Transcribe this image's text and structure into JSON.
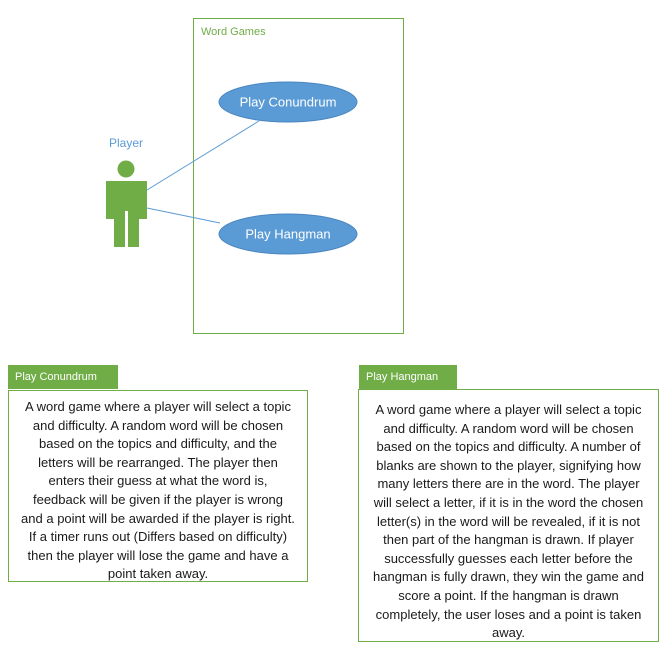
{
  "diagram": {
    "boundary_title": "Word Games",
    "actor_label": "Player",
    "use_cases": {
      "conundrum": "Play Conundrum",
      "hangman": "Play Hangman"
    }
  },
  "descriptions": {
    "conundrum": {
      "title": "Play Conundrum",
      "text": "A word game where a player will select a topic and difficulty. A random word will be chosen based on the topics and difficulty, and the letters will be rearranged. The player then enters their guess at what the word is, feedback will be given if the player is wrong and a point will be awarded if the player is right. If a timer runs out (Differs based on difficulty) then the player will lose the game and have a point taken away."
    },
    "hangman": {
      "title": "Play Hangman",
      "text": "A word game where a player will select a topic and difficulty. A random word will be chosen based on the topics and difficulty. A number of blanks are shown to the player, signifying how many letters there are in the word. The player will select a letter, if it is in the word the chosen letter(s) in the word will be revealed, if it is not then part of the hangman is drawn. If player successfully guesses each letter before the hangman is fully drawn, they win the game and score a point. If the hangman is drawn completely, the user loses and a point is taken away."
    }
  },
  "colors": {
    "green": "#70ad47",
    "use_case_fill": "#5b9bd5",
    "actor_label": "#5b9bd5",
    "line": "#5b9bd5"
  }
}
